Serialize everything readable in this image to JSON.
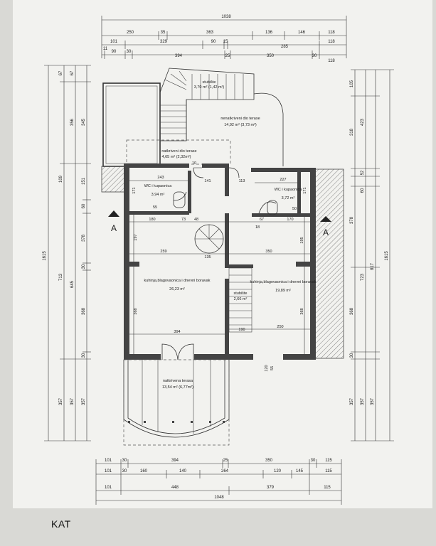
{
  "sheet_label": "KAT",
  "top_dims": {
    "row1": [
      "1038"
    ],
    "row2": [
      "250",
      "35",
      "363",
      "136",
      "146",
      "118"
    ],
    "row3": [
      "101",
      "329",
      "90",
      "15",
      "285",
      "118"
    ],
    "row4": [
      "11",
      "90",
      "30",
      "394",
      "25",
      "350",
      "30",
      "118"
    ]
  },
  "bottom_dims": {
    "row1": [
      "101",
      "30",
      "394",
      "25",
      "350",
      "30",
      "115"
    ],
    "row2": [
      "101",
      "30",
      "160",
      "140",
      "264",
      "120",
      "145",
      "115"
    ],
    "row3": [
      "101",
      "448",
      "379",
      "115"
    ],
    "row4": [
      "1048"
    ]
  },
  "left_dims": {
    "outer": [
      "1615"
    ],
    "col2": [
      "67",
      "109",
      "713",
      "357"
    ],
    "col3": [
      "67",
      "356",
      "645",
      "357"
    ],
    "col4": [
      "345",
      "151",
      "60",
      "378",
      "30",
      "368",
      "30",
      "357"
    ]
  },
  "right_dims": {
    "outer": [
      "1615"
    ],
    "col2": [
      "105",
      "423",
      "723",
      "357"
    ],
    "col3": [
      "318",
      "52",
      "60",
      "817",
      "357"
    ],
    "col4": [
      "378",
      "368",
      "357",
      "30"
    ]
  },
  "rooms": {
    "stairs": {
      "name": "stubište",
      "area": "3,70 m² (1,42 m²)"
    },
    "uncovered_terrace": {
      "name": "nenatkriveni dio terase",
      "area": "14,92 m² (3,73 m²)"
    },
    "covered_terrace_top": {
      "name": "natkriveni dio terase",
      "area": "4,65 m² (2,32m²)"
    },
    "wc_left": {
      "name": "WC i kupaonica",
      "area": "3,94 m²"
    },
    "wc_right": {
      "name": "WC i kupaonica",
      "area": "3,72 m²"
    },
    "kitchen_left": {
      "name": "kuhinja,blagovaonica i dnevni boravak",
      "area": "26,23 m²"
    },
    "kitchen_right": {
      "name": "kuhinja,blagovaonica i dnevni boravak",
      "area": "19,89 m²"
    },
    "stairs_inner": {
      "name": "stubište",
      "area": "2,66 m²"
    },
    "covered_terrace_bottom": {
      "name": "natkrivena terasa",
      "area": "13,54 m² (6,77m²)"
    }
  },
  "inner_dims": [
    "243",
    "10",
    "141",
    "113",
    "227",
    "171",
    "171",
    "55",
    "50",
    "180",
    "73",
    "48",
    "18",
    "67",
    "170",
    "197",
    "195",
    "259",
    "135",
    "350",
    "368",
    "368",
    "394",
    "190",
    "250",
    "120",
    "55"
  ],
  "section_marker": "A",
  "colors": {
    "paper": "#f2f2ef",
    "line": "#333333",
    "wall": "#444444",
    "hatch": "#666666"
  }
}
